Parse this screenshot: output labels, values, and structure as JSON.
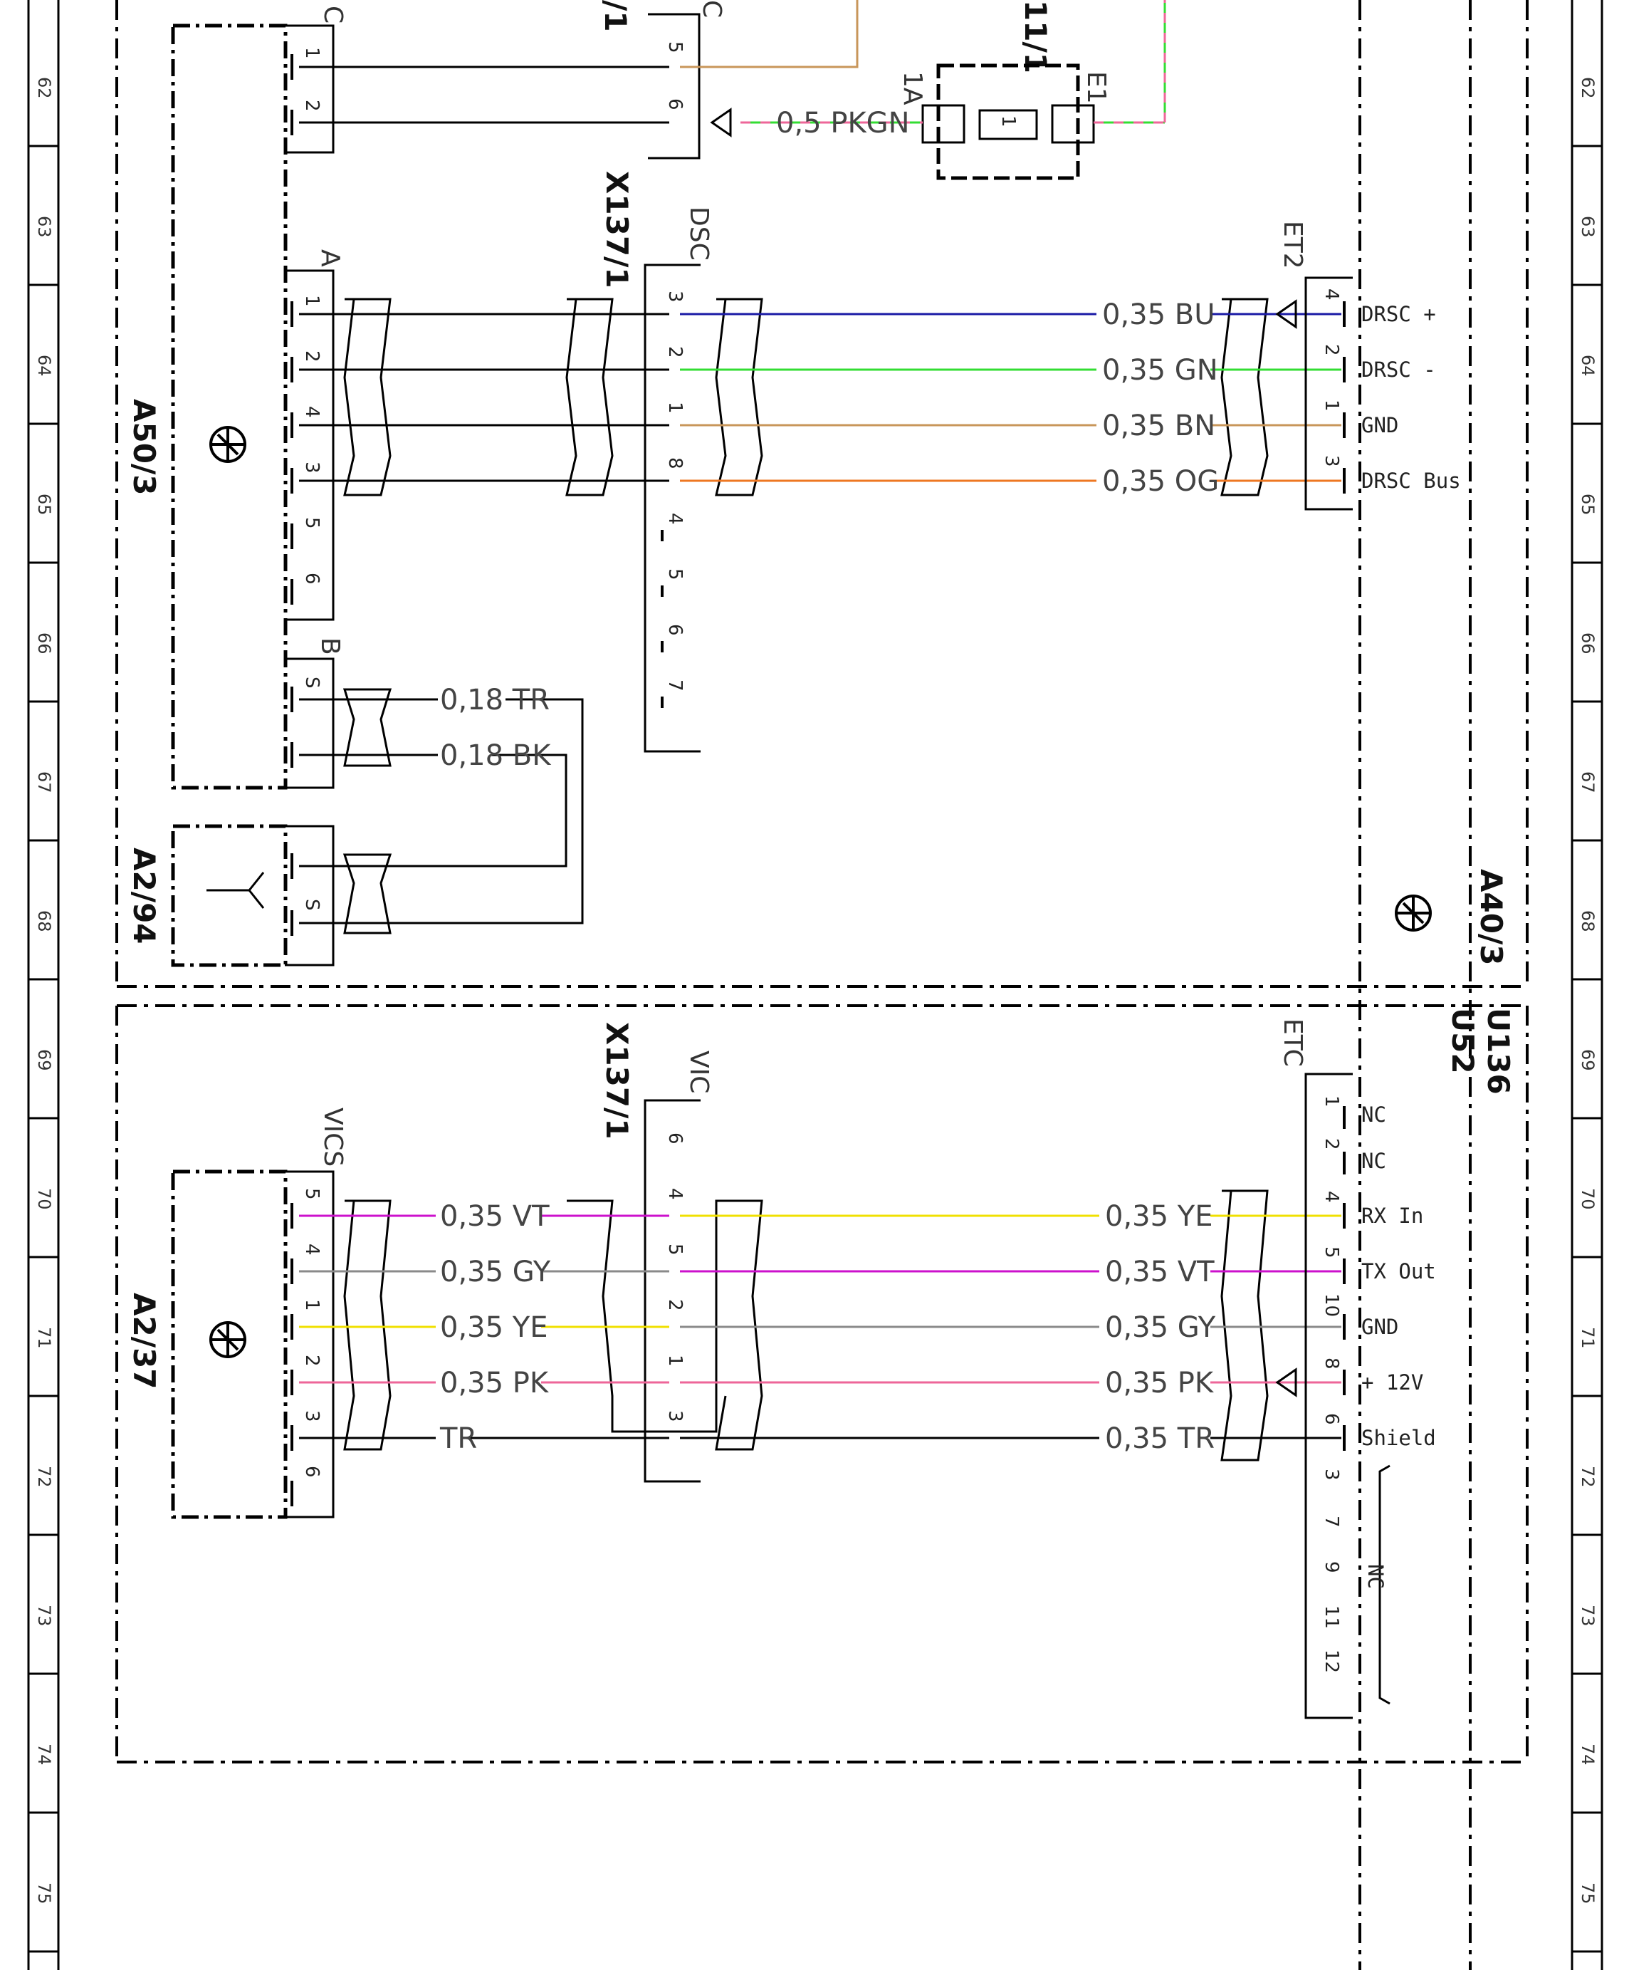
{
  "rulers": {
    "rows": [
      "62",
      "63",
      "64",
      "65",
      "66",
      "67",
      "68",
      "69",
      "70",
      "71",
      "72",
      "73",
      "74",
      "75"
    ]
  },
  "devices": {
    "a50": "A50/3",
    "a294": "A2/94",
    "a237": "A2/37",
    "a40": "A40/3",
    "u136": "U136",
    "u52": "U52",
    "x137_top": "X137/1",
    "x137_bot": "X137/1",
    "x11_partial": "11/1",
    "x_partial_top": "/1"
  },
  "connectors": {
    "c": "C",
    "a": "A",
    "b": "B",
    "dsc": "DSC",
    "et2": "ET2",
    "vics": "VICS",
    "vic": "VIC",
    "etc": "ETC",
    "s_top": "S",
    "s_a294": "S",
    "fuse_1a": "1A",
    "fuse_e1": "E1",
    "fuse_body": "1"
  },
  "top_pins": {
    "c1": "1",
    "c2": "2",
    "r5": "5",
    "r6": "6",
    "top_c": "C"
  },
  "wires": {
    "pkgn": "0,5 PKGN",
    "bu": "0,35 BU",
    "gn": "0,35 GN",
    "bn": "0,35 BN",
    "og": "0,35 OG",
    "tr18": "0,18 TR",
    "bk18": "0,18 BK",
    "vt_l": "0,35 VT",
    "gy_l": "0,35 GY",
    "ye_l": "0,35 YE",
    "pk_l": "0,35 PK",
    "tr_l": "TR",
    "ye_r": "0,35 YE",
    "vt_r": "0,35 VT",
    "gy_r": "0,35 GY",
    "pk_r": "0,35 PK",
    "tr_r": "0,35 TR"
  },
  "pins": {
    "a": [
      "1",
      "2",
      "4",
      "3",
      "5",
      "6"
    ],
    "dsc": [
      "3",
      "2",
      "1",
      "8",
      "4",
      "5",
      "6",
      "7"
    ],
    "et2": [
      "4",
      "2",
      "1",
      "3"
    ],
    "vics": [
      "5",
      "4",
      "1",
      "2",
      "3",
      "6"
    ],
    "vic": [
      "6",
      "4",
      "5",
      "2",
      "1",
      "3"
    ],
    "etc": [
      "1",
      "2",
      "4",
      "5",
      "10",
      "8",
      "6",
      "3",
      "7",
      "9",
      "11",
      "12"
    ]
  },
  "signals": {
    "drsc_plus": "DRSC +",
    "drsc_minus": "DRSC -",
    "gnd_top": "GND",
    "drsc_bus": "DRSC Bus",
    "nc1": "NC",
    "nc2": "NC",
    "rx_in": "RX In",
    "tx_out": "TX Out",
    "gnd_bot": "GND",
    "plus12": "+ 12V",
    "shield": "Shield",
    "nc_group": "NC"
  },
  "colors": {
    "BU": "#1a1aa6",
    "GN": "#33dd33",
    "BN": "#c8965a",
    "OG": "#ee7722",
    "VT": "#cc11cc",
    "GY": "#8a8a8a",
    "YE": "#f0e000",
    "PK": "#ee6699",
    "BK": "#000000"
  }
}
